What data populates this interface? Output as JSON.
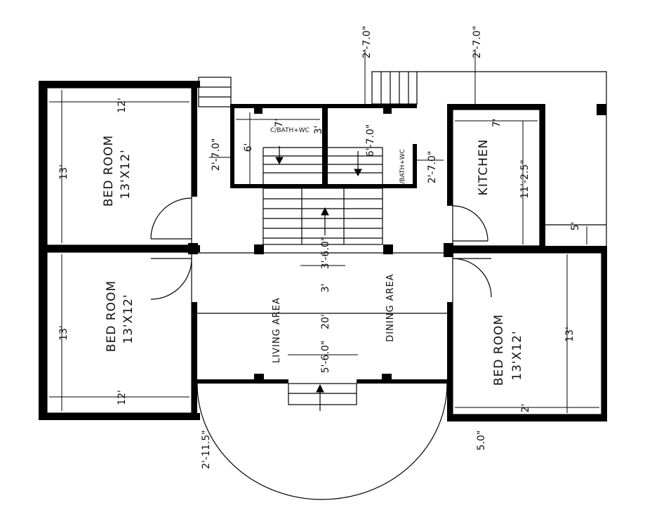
{
  "rooms": {
    "bed1": {
      "name": "BED ROOM",
      "size": "13'X12'"
    },
    "bed2": {
      "name": "BED ROOM",
      "size": "13'X12'"
    },
    "bed3": {
      "name": "BED ROOM",
      "size": "13'X12'"
    },
    "kitchen": {
      "name": "KITCHEN"
    },
    "bath1": {
      "name": "C/BATH+WC"
    },
    "bath2": {
      "name": "C/BATH+WC"
    },
    "living": {
      "name": "LIVING AREA"
    },
    "dining": {
      "name": "DINING AREA"
    }
  },
  "dimensions": {
    "bed1_w": "12'",
    "bed1_h": "13'",
    "bed2_w": "12'",
    "bed2_h": "13'",
    "bed3_w": "2'",
    "bed3_h": "13'",
    "bed3_left": "5.0\"",
    "top_left_stair": "2'-7.0\"",
    "top_right_stair": "2'-7.0\"",
    "bath_left": "2'-7.0\"",
    "bath_left_h": "6'",
    "bath_left_w": "7'",
    "bath_left_mid": "3'",
    "bath_right_top": "6'-7.0\"",
    "bath_right_side": "2'-7.0\"",
    "kitchen_w": "7'",
    "kitchen_h": "11'-2.5\"",
    "store_h": "5'",
    "center_upper": "3'-6.0\"",
    "center_lower": "5'-6.0\"",
    "hall_w": "20'",
    "hall_w2": "3'",
    "porch": "2'-11.5\""
  }
}
